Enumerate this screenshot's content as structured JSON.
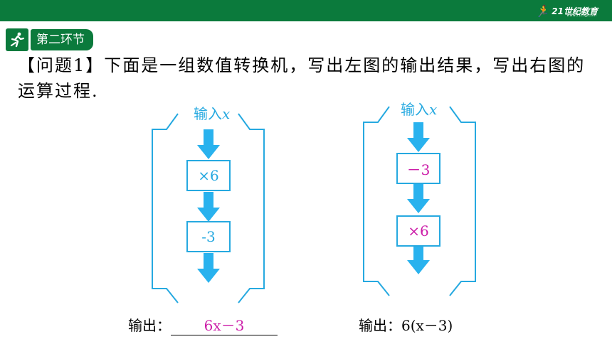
{
  "header": {
    "brand_text": "21世纪教育",
    "brand_site": "www.21cnjy.com"
  },
  "section": {
    "label": "第二环节"
  },
  "question": {
    "text": "【问题1】下面是一组数值转换机，写出左图的输出结果，写出右图的运算过程."
  },
  "left_machine": {
    "input_label": "输入",
    "input_var": "x",
    "step1": "×6",
    "step2": "-3",
    "output_label": "输出：",
    "output_value": "6x－3"
  },
  "right_machine": {
    "input_label": "输入",
    "input_var": "x",
    "step1": "－3",
    "step2": "×6",
    "output_label": "输出：",
    "output_value": "6(x－3)"
  },
  "colors": {
    "header_green": "#0b7a3c",
    "diagram_blue": "#26a9e0",
    "answer_magenta": "#cc1ca8"
  },
  "icons": {
    "badge": "runner-icon",
    "brand": "runner-icon"
  }
}
